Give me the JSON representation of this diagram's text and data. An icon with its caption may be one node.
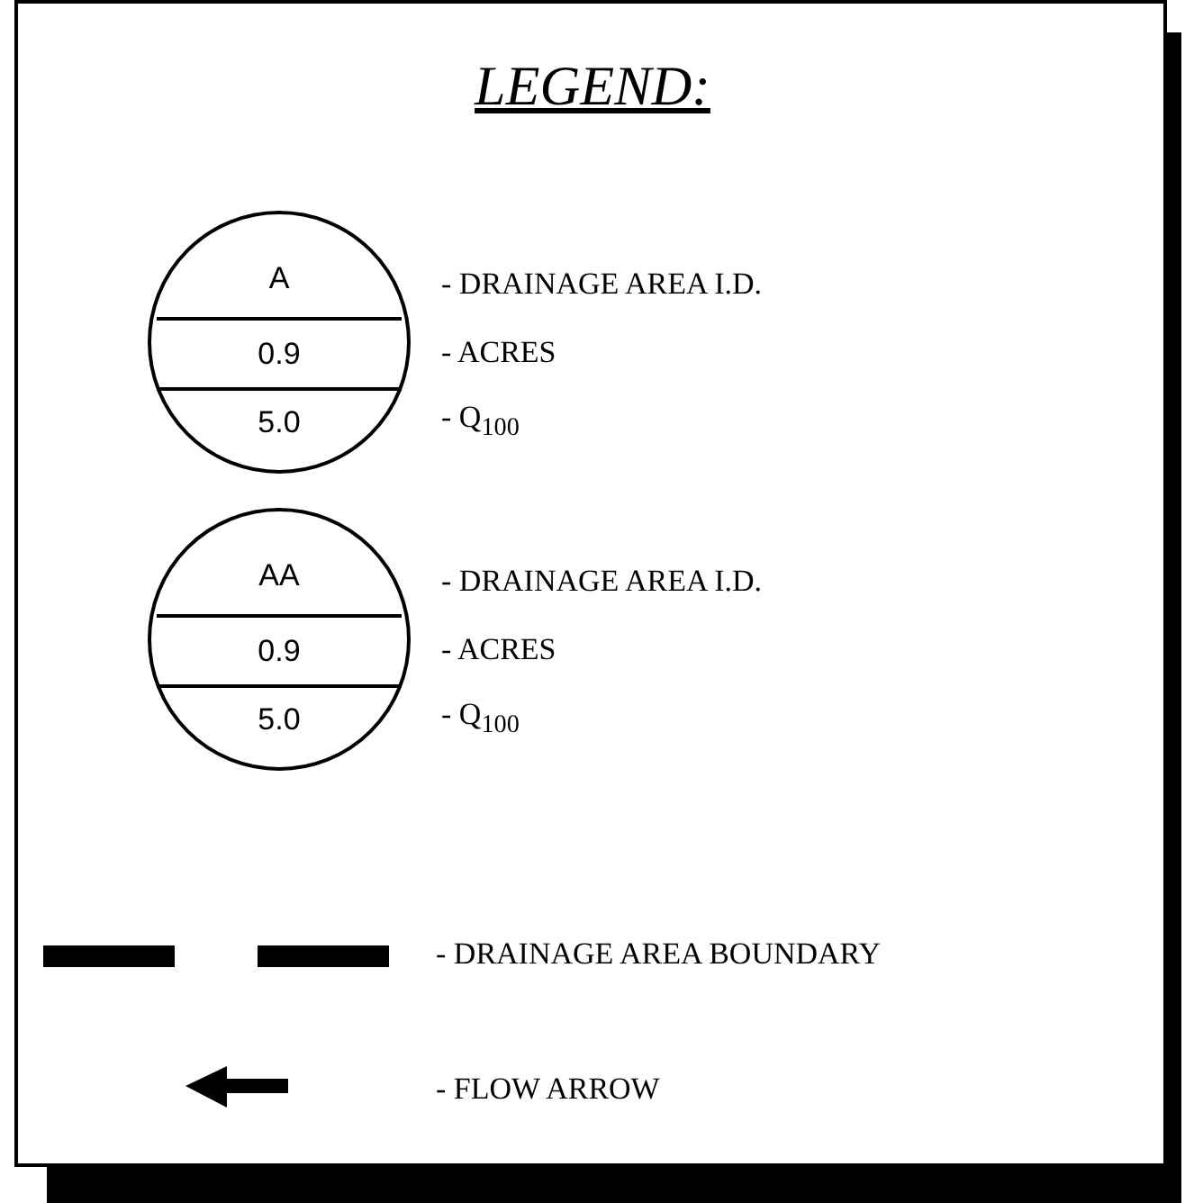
{
  "diagram": {
    "title": "LEGEND:",
    "nodes": [
      {
        "text": [
          "A",
          "0.9",
          "5.0"
        ],
        "beside": [
          "- DRAINAGE AREA I.D.",
          "- ACRES",
          "- Q$_{100}$"
        ]
      },
      {
        "text": [
          "AA",
          "0.9",
          "5.0"
        ],
        "beside": [
          "- DRAINAGE AREA I.D.",
          "- ACRES",
          "- Q$_{100}$"
        ]
      }
    ],
    "legend": [
      {
        "text": "- DRAINAGE AREA BOUNDARY"
      },
      {
        "text": "- FLOW ARROW"
      }
    ]
  }
}
